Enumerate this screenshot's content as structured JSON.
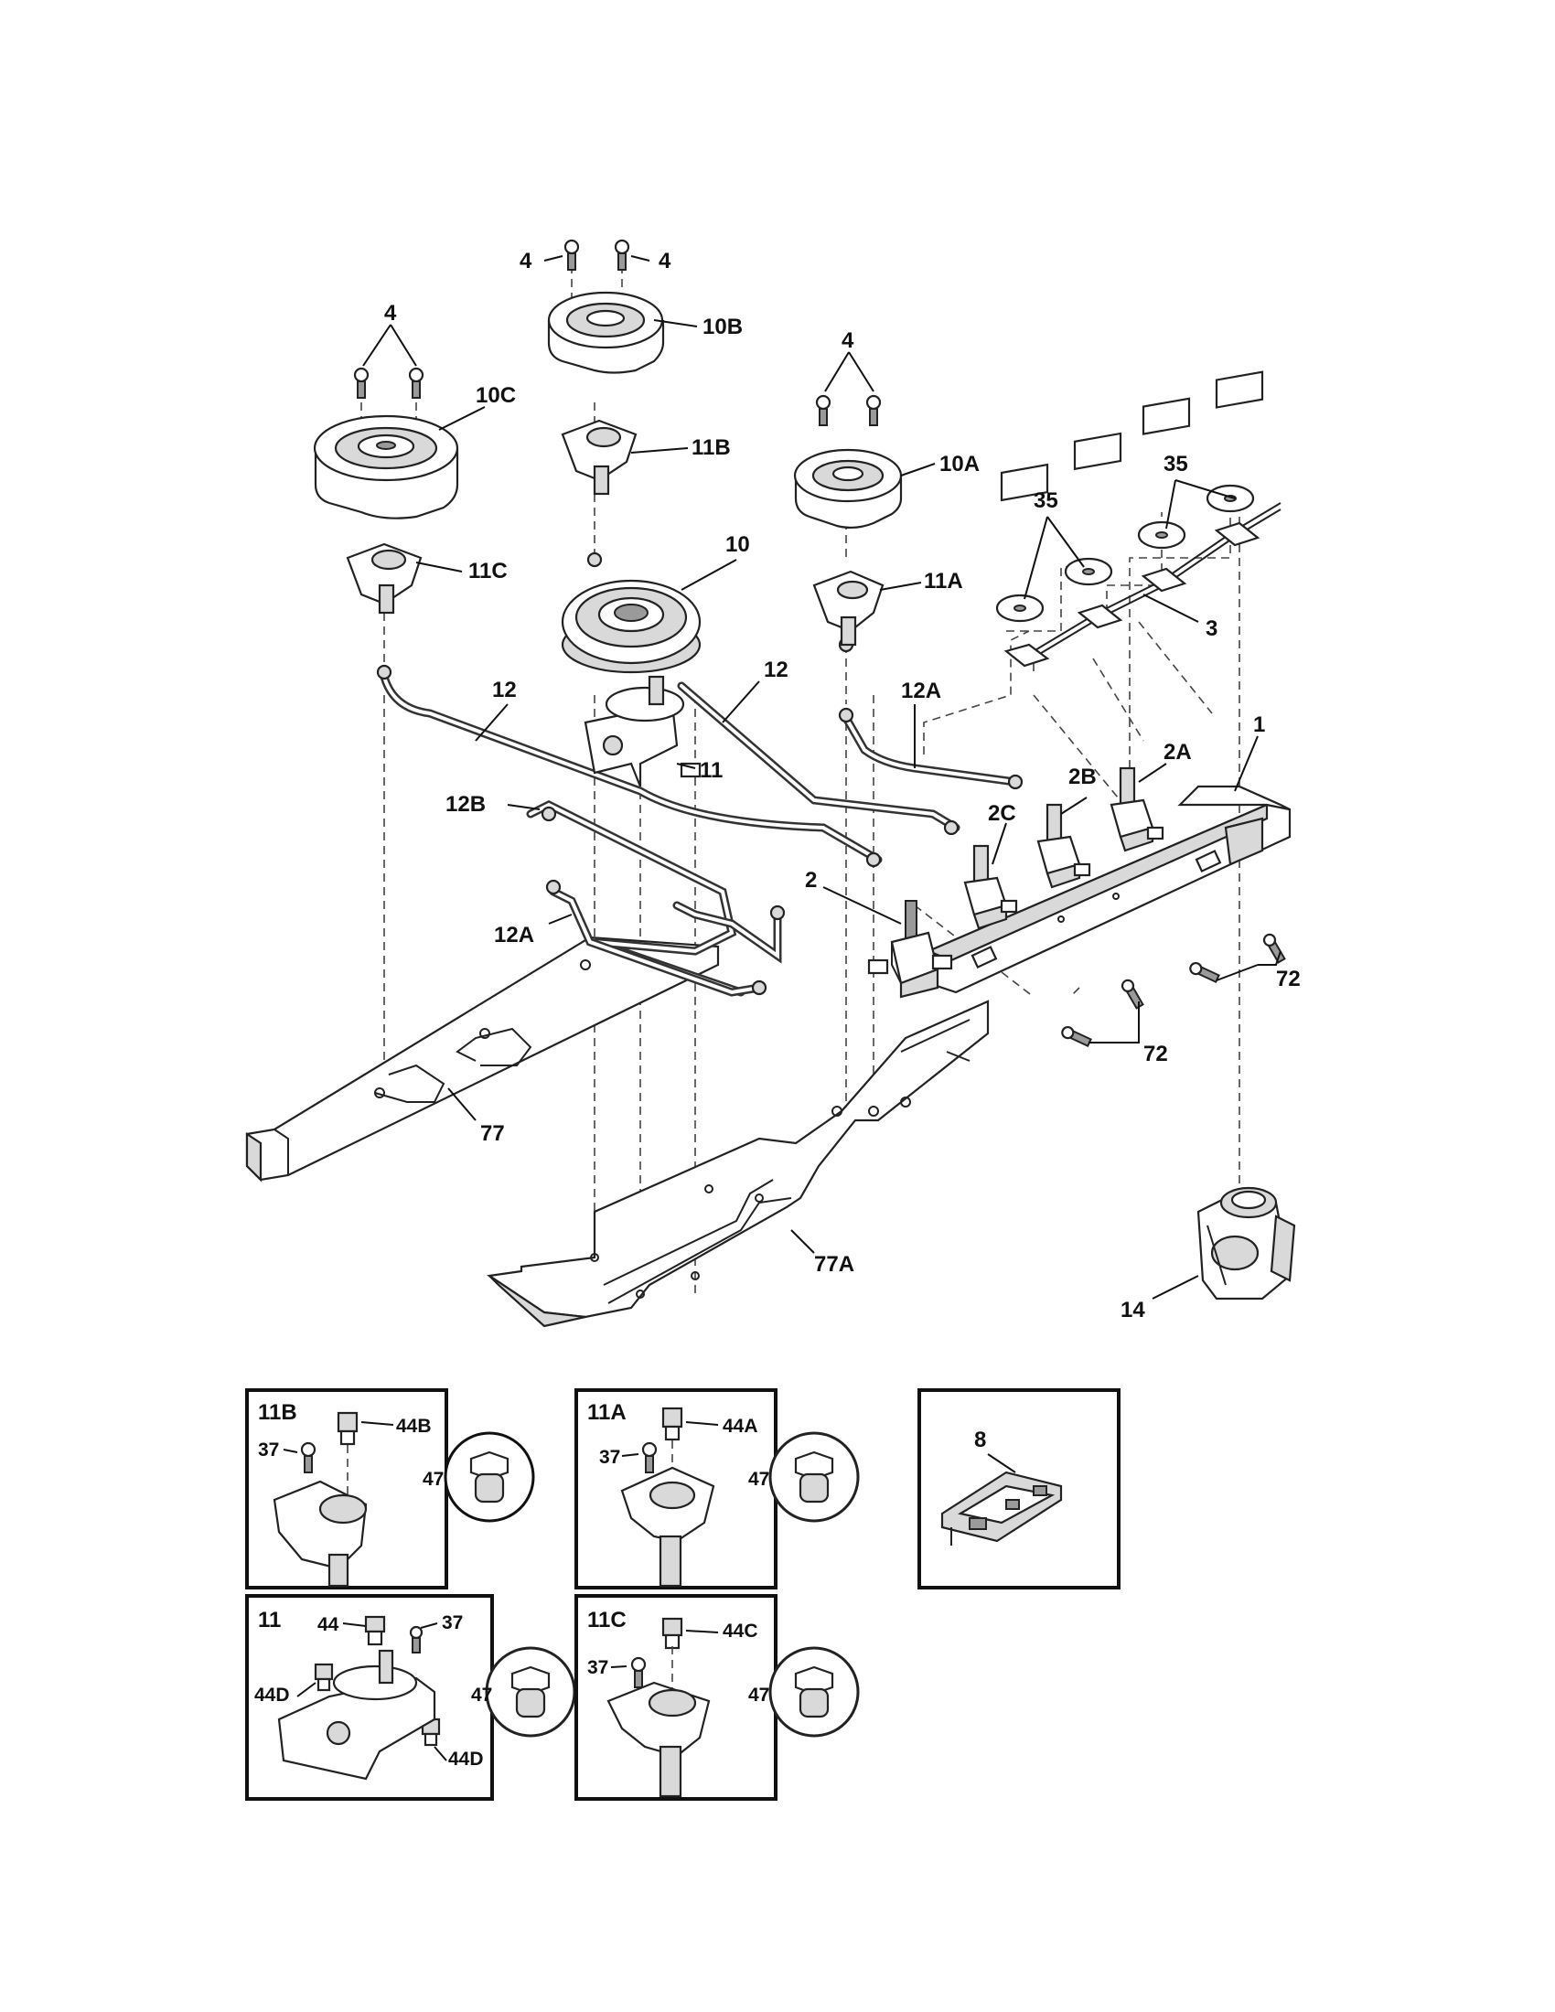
{
  "labels": {
    "l4_left": "4",
    "l4_top_a": "4",
    "l4_top_b": "4",
    "l4_right": "4",
    "l10b": "10B",
    "l10c": "10C",
    "l11b": "11B",
    "l10a": "10A",
    "l11c": "11C",
    "l10": "10",
    "l11a": "11A",
    "l35_top": "35",
    "l35_mid": "35",
    "l3": "3",
    "l12_left": "12",
    "l12_right": "12",
    "l12a_top": "12A",
    "l1": "1",
    "l2a": "2A",
    "l2b": "2B",
    "l2c": "2C",
    "l11": "11",
    "l12b": "12B",
    "l2": "2",
    "l12a_left": "12A",
    "l72_a": "72",
    "l72_b": "72",
    "l77": "77",
    "l77a": "77A",
    "l14": "14"
  },
  "insets": {
    "i11b": {
      "title": "11B",
      "screw": "37",
      "orifice": "44B",
      "detail": "47"
    },
    "i11a": {
      "title": "11A",
      "screw": "37",
      "orifice": "44A",
      "detail": "47"
    },
    "i8": {
      "part": "8"
    },
    "i11": {
      "title": "11",
      "orifice": "44",
      "screw": "37",
      "orifice_d1": "44D",
      "orifice_d2": "44D",
      "detail": "47"
    },
    "i11c": {
      "title": "11C",
      "screw": "37",
      "orifice": "44C",
      "detail": "47"
    }
  }
}
